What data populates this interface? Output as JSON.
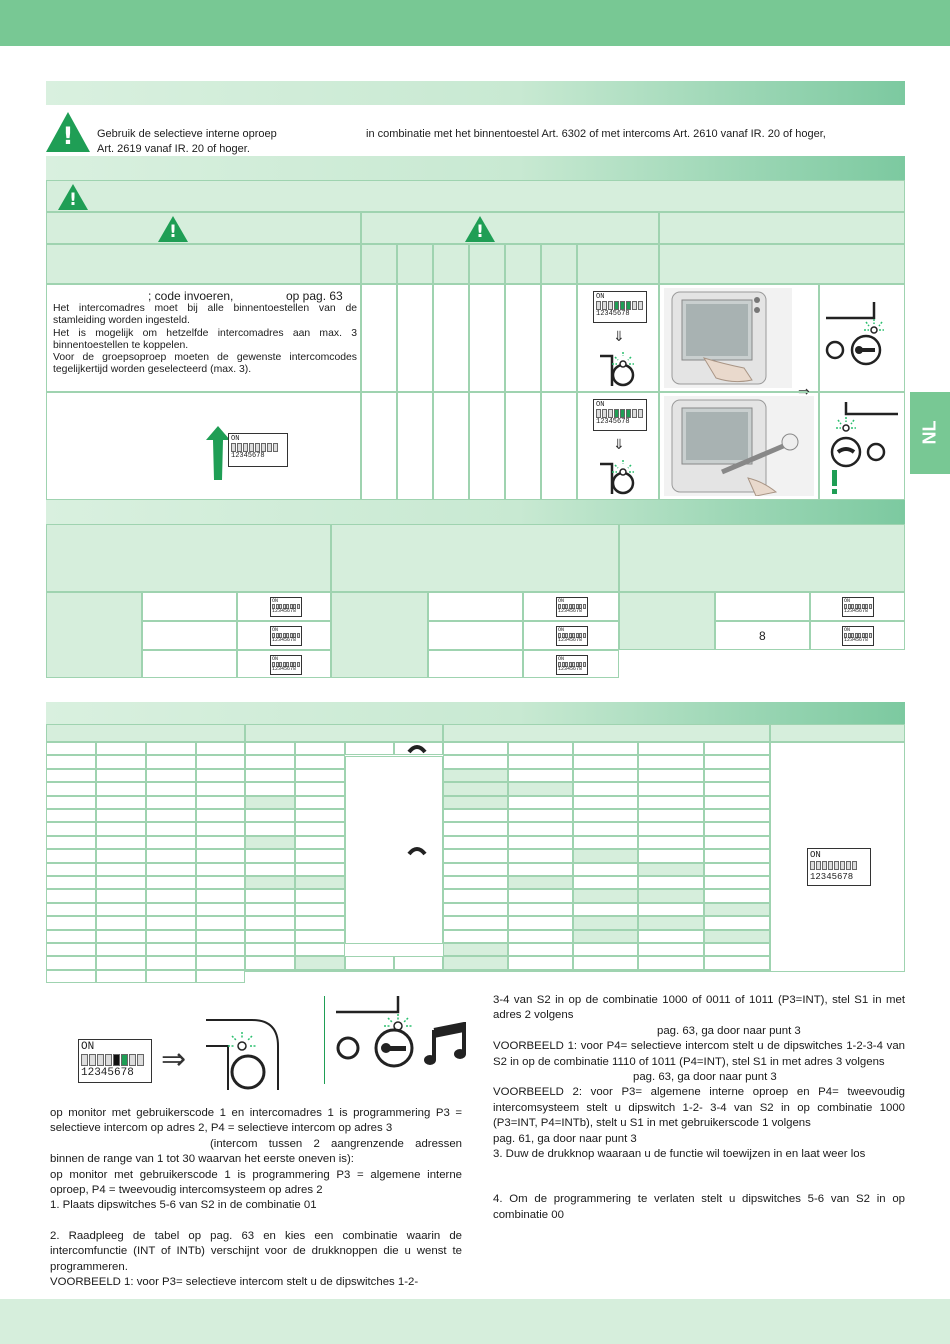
{
  "lang_tab": "NL",
  "warning_note": {
    "line1_part1": "Gebruik de selectieve interne oproep",
    "line1_part2": "in combinatie met het binnentoestel Art. 6302 of met intercoms Art. 2610 vanaf IR. 20 of hoger,",
    "line2": "Art. 2619 vanaf IR. 20 of hoger."
  },
  "prog_table": {
    "row1": {
      "heading": "; code invoeren,",
      "heading_ref": "op pag. 63",
      "lines": [
        "Het intercomadres moet bij alle binnentoestellen van de stamleiding worden ingesteld.",
        "Het is mogelijk om hetzelfde intercomadres aan max. 3 binnentoestellen te koppelen.",
        "Voor de groepsoproep moeten de gewenste intercomcodes tegelijkertijd worden geselecteerd (max. 3)."
      ]
    }
  },
  "dip_label_on": "ON",
  "dip_label_nums": "12345678",
  "addr_table_value": "8",
  "instructions_left": [
    "op monitor met gebruikerscode 1 en intercomadres 1 is programmering P3 = selectieve intercom op adres 2, P4 = selectieve intercom op adres 3",
    "(intercom tussen 2 aangrenzende adressen binnen de range van 1 tot 30 waarvan het eerste oneven is):",
    "op monitor met gebruikerscode 1 is programmering P3 = algemene interne oproep, P4 = tweevoudig intercomsysteem op adres 2",
    "1. Plaats dipswitches 5-6 van S2 in de combinatie 01",
    "2. Raadpleeg de tabel op pag. 63 en kies een combinatie waarin de intercomfunctie (INT of INTb) verschijnt voor de drukknoppen die u wenst te programmeren.",
    "VOORBEELD 1: voor P3= selectieve intercom stelt u de dipswitches 1-2-"
  ],
  "instructions_right": [
    "3-4 van S2 in op de combinatie 1000 of 0011 of 1011 (P3=INT), stel S1 in met adres 2 volgens",
    "pag. 63, ga door naar punt 3",
    "VOORBEELD 1: voor P4= selectieve intercom stelt u de dipswitches 1-2-3-4 van S2 in op de combinatie 1110 of 1011 (P4=INT), stel S1 in met adres 3 volgens",
    "pag. 63, ga door naar punt 3",
    "VOORBEELD 2: voor P3= algemene interne oproep en P4= tweevoudig intercomsysteem stelt u dipswitch 1-2- 3-4 van S2 in op combinatie 1000 (P3=INT, P4=INTb), stelt u S1 in met gebruikerscode 1 volgens",
    "pag. 61, ga door naar punt 3",
    "3. Duw de drukknop waaraan u de functie wil toewijzen in en laat weer los",
    "4. Om de programmering te verlaten stelt u dipswitches 5-6 van S2 in op combinatie 00"
  ]
}
